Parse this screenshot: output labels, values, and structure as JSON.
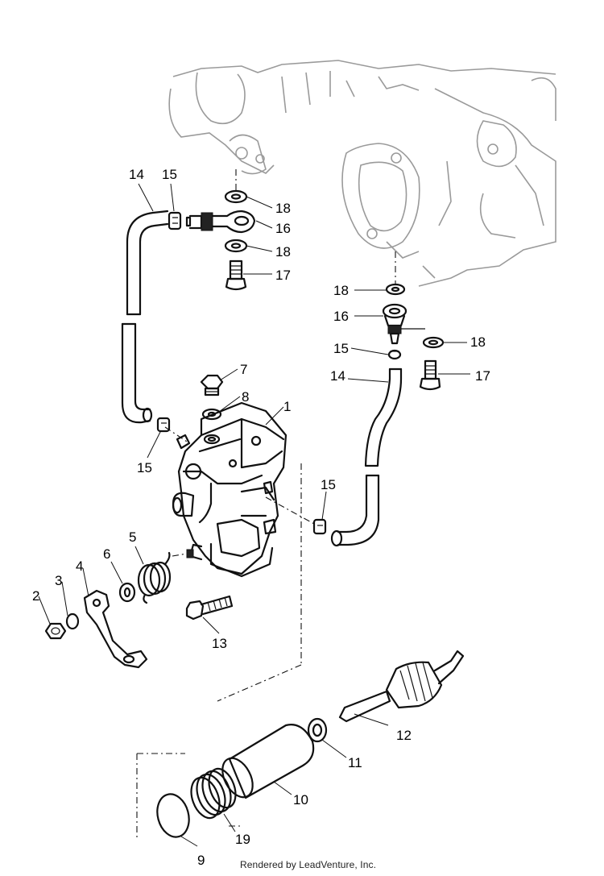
{
  "callouts": {
    "c1": "1",
    "c2": "2",
    "c3": "3",
    "c4": "4",
    "c5": "5",
    "c6": "6",
    "c7": "7",
    "c8": "8",
    "c9": "9",
    "c10": "10",
    "c11": "11",
    "c12": "12",
    "c13": "13",
    "c14a": "14",
    "c14b": "14",
    "c15a": "15",
    "c15b": "15",
    "c15c": "15",
    "c15d": "15",
    "c16a": "16",
    "c16b": "16",
    "c17a": "17",
    "c17b": "17",
    "c18a": "18",
    "c18b": "18",
    "c18c": "18",
    "c18d": "18",
    "c19": "19"
  },
  "credit": "Rendered by LeadVenture, Inc."
}
